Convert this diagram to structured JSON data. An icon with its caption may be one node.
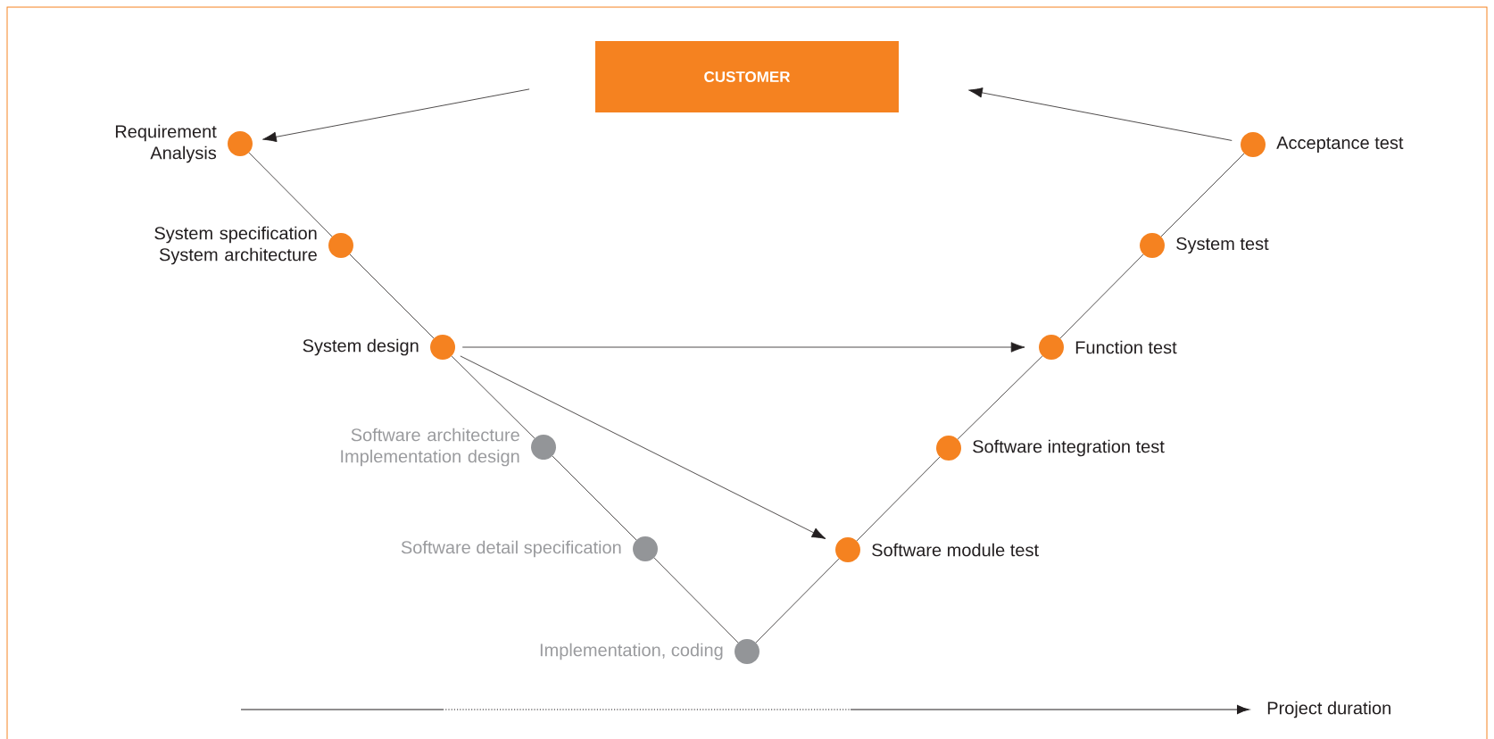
{
  "diagram": {
    "nodes": [
      {
        "text": [
          "CUSTOMER"
        ]
      },
      {
        "text": [],
        "shape": "circle",
        "beside": [
          "Requirement Analysis"
        ]
      },
      {
        "text": [],
        "shape": "circle",
        "beside": [
          "System specification System architecture"
        ]
      },
      {
        "text": [],
        "shape": "circle",
        "beside": [
          "System design"
        ]
      },
      {
        "text": [],
        "shape": "circle",
        "beside": [
          "Software architecture Implementation design"
        ]
      },
      {
        "text": [],
        "shape": "circle",
        "beside": [
          "Software detail specification"
        ]
      },
      {
        "text": [],
        "shape": "circle",
        "beside": [
          "Implementation, coding"
        ]
      },
      {
        "text": [],
        "shape": "circle",
        "beside": [
          "Software module test"
        ]
      },
      {
        "text": [],
        "shape": "circle",
        "beside": [
          "Software integration test"
        ]
      },
      {
        "text": [],
        "shape": "circle",
        "beside": [
          "Function test"
        ]
      },
      {
        "text": [],
        "shape": "circle",
        "beside": [
          "System test"
        ]
      },
      {
        "text": [],
        "shape": "circle",
        "beside": [
          "Acceptance test"
        ]
      }
    ],
    "edges": [
      {
        "from": 0,
        "to": 1,
        "arrow": "to"
      },
      {
        "from": 11,
        "to": 0,
        "arrow": "to"
      },
      {
        "from": 3,
        "to": 9,
        "arrow": "to"
      },
      {
        "from": 3,
        "to": 7,
        "arrow": "to"
      },
      {
        "from": 1,
        "to": 2,
        "arrow": "none"
      },
      {
        "from": 2,
        "to": 3,
        "arrow": "none"
      },
      {
        "from": 3,
        "to": 4,
        "arrow": "none"
      },
      {
        "from": 4,
        "to": 5,
        "arrow": "none"
      },
      {
        "from": 5,
        "to": 6,
        "arrow": "none"
      },
      {
        "from": 6,
        "to": 7,
        "arrow": "none"
      },
      {
        "from": 7,
        "to": 8,
        "arrow": "none"
      },
      {
        "from": 8,
        "to": 9,
        "arrow": "none"
      },
      {
        "from": 9,
        "to": 10,
        "arrow": "none"
      },
      {
        "from": 10,
        "to": 11,
        "arrow": "none"
      }
    ],
    "labels": [
      "Project duration"
    ]
  }
}
